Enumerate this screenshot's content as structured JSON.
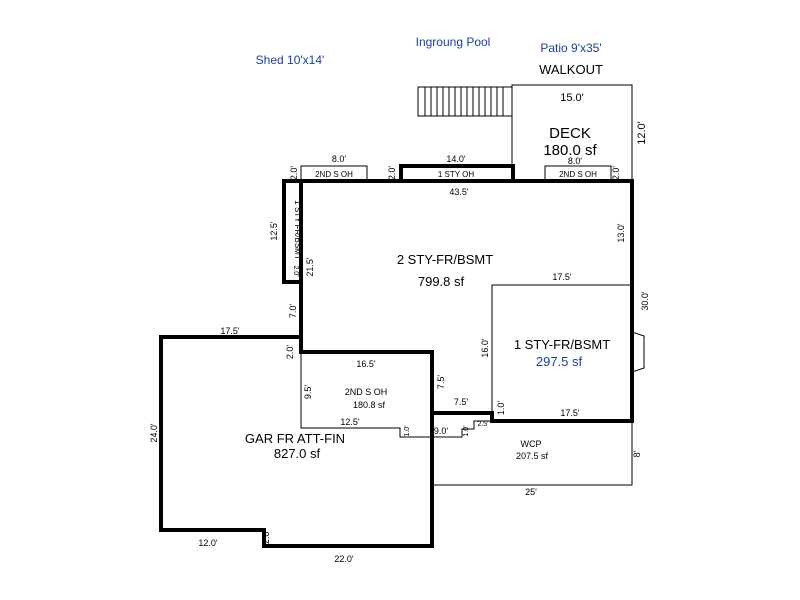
{
  "notes": {
    "shed": "Shed 10'x14'",
    "pool": "Ingroung Pool",
    "patio": "Patio 9'x35'",
    "walkout": "WALKOUT"
  },
  "areas": {
    "deck_name": "DECK",
    "deck_area": "180.0 sf",
    "main_name": "2 STY-FR/BSMT",
    "main_area": "799.8 sf",
    "east_name": "1 STY-FR/BSMT",
    "east_area": "297.5 sf",
    "oh_name": "2ND S OH",
    "oh_area": "180.8 sf",
    "garage_name": "GAR FR ATT-FIN",
    "garage_area": "827.0 sf",
    "wcp_name": "WCP",
    "wcp_area": "207.5 sf"
  },
  "small_labels": {
    "oh_left": "2ND S OH",
    "oh_center": "1 STY OH",
    "oh_right": "2ND S OH",
    "west_strip": "1 STY FR/BSMT"
  },
  "dims": {
    "deck_top": "15.0'",
    "deck_side": "12.0'",
    "oh_left_w": "8.0'",
    "oh_left_d": "2.0'",
    "oh_center_w": "14.0'",
    "oh_center_d": "2.0'",
    "oh_right_w": "8.0'",
    "oh_right_d": "2.0'",
    "main_top": "43.5'",
    "west_strip_len": "12.5'",
    "west_strip_w": "2.0'",
    "main_west": "21.5'",
    "main_east": "13.0'",
    "main_jog": "7.0'",
    "east_top": "17.5'",
    "east_side": "30.0'",
    "east_west": "16.0'",
    "east_bottom": "17.5'",
    "east_step": "1.0'",
    "garage_top": "17.5'",
    "garage_jog": "2.0'",
    "garage_left": "24.0'",
    "garage_bottom_left": "12.0'",
    "garage_step": "2.0'",
    "garage_bottom": "22.0'",
    "notch_top": "16.5'",
    "notch_side": "7.5'",
    "notch_bottom": "7.5'",
    "oh_left_side": "9.5'",
    "oh_bottom": "12.5'",
    "wcp_step_a": "1.0'",
    "wcp_top": "9.0'",
    "wcp_step_b": "1.0'",
    "wcp_step_c": "2.5'",
    "wcp_side": "8'",
    "wcp_bottom": "25'"
  }
}
